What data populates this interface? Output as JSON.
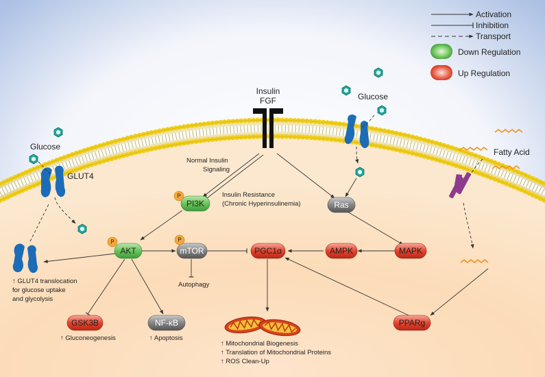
{
  "legend": {
    "activation": "Activation",
    "inhibition": "Inhibition",
    "transport": "Transport",
    "down_regulation": "Down Regulation",
    "up_regulation": "Up Regulation"
  },
  "receptor": {
    "line1": "Insulin",
    "line2": "FGF"
  },
  "labels": {
    "glucose_left": "Glucose",
    "glucose_right": "Glucose",
    "glut4": "GLUT4",
    "fatty_acid": "Fatty Acid",
    "normal_signaling_1": "Normal Insulin",
    "normal_signaling_2": "Signaling",
    "resistance_1": "Insulin Resistance",
    "resistance_2": "(Chronic Hyperinsulinemia)",
    "autophagy": "Autophagy",
    "glut4_effect_1": "↑ GLUT4 translocation",
    "glut4_effect_2": "for glucose uptake",
    "glut4_effect_3": "and glycolysis",
    "gsk3b_effect": "↑ Gluconeogenesis",
    "nfkb_effect": "↑ Apoptosis",
    "mito_effect_1": "↑ Mitochondrial Biogenesis",
    "mito_effect_2": "↑ Translation of Mitochondrial Proteins",
    "mito_effect_3": "↑ ROS Clean-Up",
    "phospho": "P"
  },
  "nodes": {
    "pi3k": "PI3K",
    "ras": "Ras",
    "akt": "AKT",
    "mtor": "mTOR",
    "pgc1a": "PGC1α",
    "ampk": "AMPK",
    "mapk": "MAPK",
    "gsk3b": "GSK3B",
    "nfkb": "NF-κB",
    "pparg": "PPARg"
  },
  "colors": {
    "down_regulation": "#5cc05a",
    "up_regulation": "#e2452f",
    "neutral": "#7b7b7b",
    "membrane": "#f3d21c",
    "glut_transporter": "#1c6cb8",
    "fa_transporter": "#8e3a8d",
    "glucose": "#16a39a",
    "fatty_acid": "#f0921d",
    "phospho": "#f4a73c",
    "extracellular": "#b4c7e6",
    "cytoplasm": "#fbd8b5"
  }
}
